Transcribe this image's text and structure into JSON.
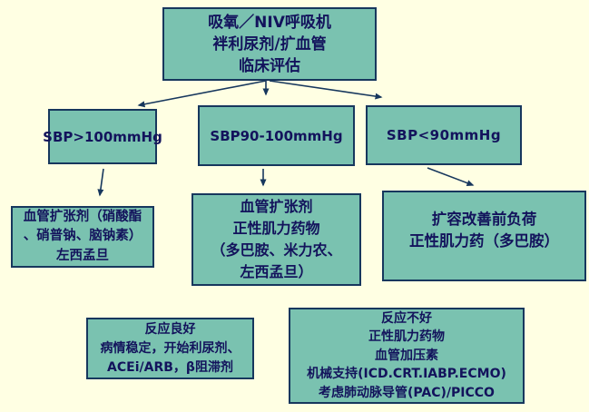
{
  "diagram": {
    "colors": {
      "background": "#FFFFE3",
      "node_fill": "#7AC2B0",
      "node_border": "#17375D",
      "text": "#13135C",
      "arrow": "#17375D"
    },
    "nodes": {
      "assessment": {
        "lines": [
          "吸氧／NIV呼吸机",
          "袢利尿剂/扩血管",
          "临床评估"
        ]
      },
      "sbp_high": {
        "label": "SBP>100mmHg"
      },
      "sbp_mid": {
        "label": "SBP90-100mmHg"
      },
      "sbp_low": {
        "label": "SBP<90mmHg"
      },
      "treat_high": {
        "lines": [
          "血管扩张剂（硝酸酯",
          "、硝普钠、脑钠素）",
          "左西孟旦"
        ]
      },
      "treat_mid": {
        "lines": [
          "血管扩张剂",
          "正性肌力药物",
          "（多巴胺、米力农、",
          "左西孟旦）"
        ]
      },
      "treat_low": {
        "lines": [
          "扩容改善前负荷",
          "正性肌力药（多巴胺）"
        ]
      },
      "response_good": {
        "lines": [
          "反应良好",
          "病情稳定，开始利尿剂、",
          "ACEi/ARB，β阻滞剂"
        ]
      },
      "response_bad": {
        "lines": [
          "反应不好",
          "正性肌力药物",
          "血管加压素",
          "机械支持(ICD.CRT.IABP.ECMO)",
          "考虑肺动脉导管(PAC)/PICCO"
        ]
      }
    }
  }
}
